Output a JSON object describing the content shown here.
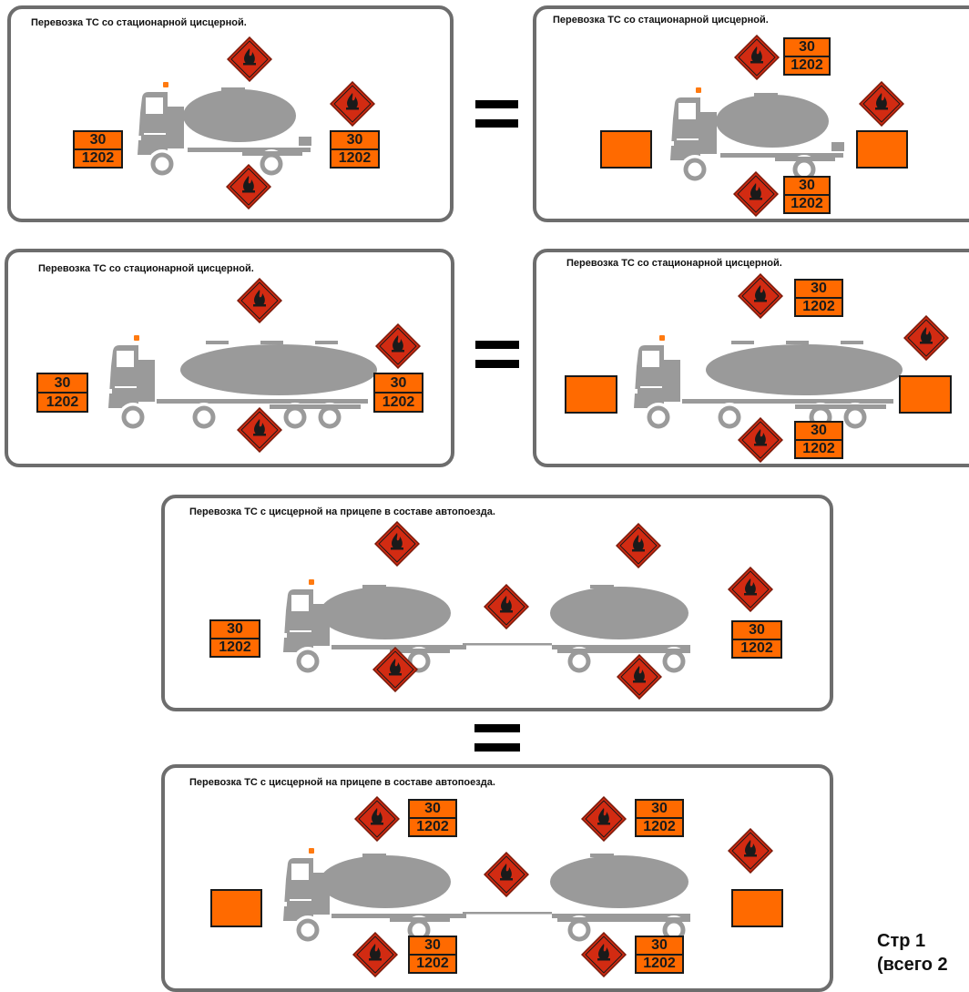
{
  "panels": [
    {
      "title": "Перевозка ТС со стационарной цисцерной."
    },
    {
      "title": "Перевозка ТС со стационарной цисцерной."
    },
    {
      "title": "Перевозка ТС со стационарной цисцерной."
    },
    {
      "title": "Перевозка ТС со стационарной цисцерной."
    },
    {
      "title": "Перевозка ТС с цисцерной на прицепе в составе автопоезда."
    },
    {
      "title": "Перевозка ТС с цисцерной на прицепе в составе автопоезда."
    }
  ],
  "plate": {
    "hazard_id": "30",
    "un_number": "1202"
  },
  "colors": {
    "plate_orange": "#ff6a00",
    "diamond_red": "#d22b12",
    "vehicle_gray": "#9a9a9a",
    "frame_gray": "#6d6d6d"
  },
  "icons": {
    "hazard_label": "flammable-liquid-class-3-diamond",
    "equals_sign": "equals-icon"
  },
  "page": {
    "line1": "Стр 1",
    "line2": "(всего 2"
  }
}
